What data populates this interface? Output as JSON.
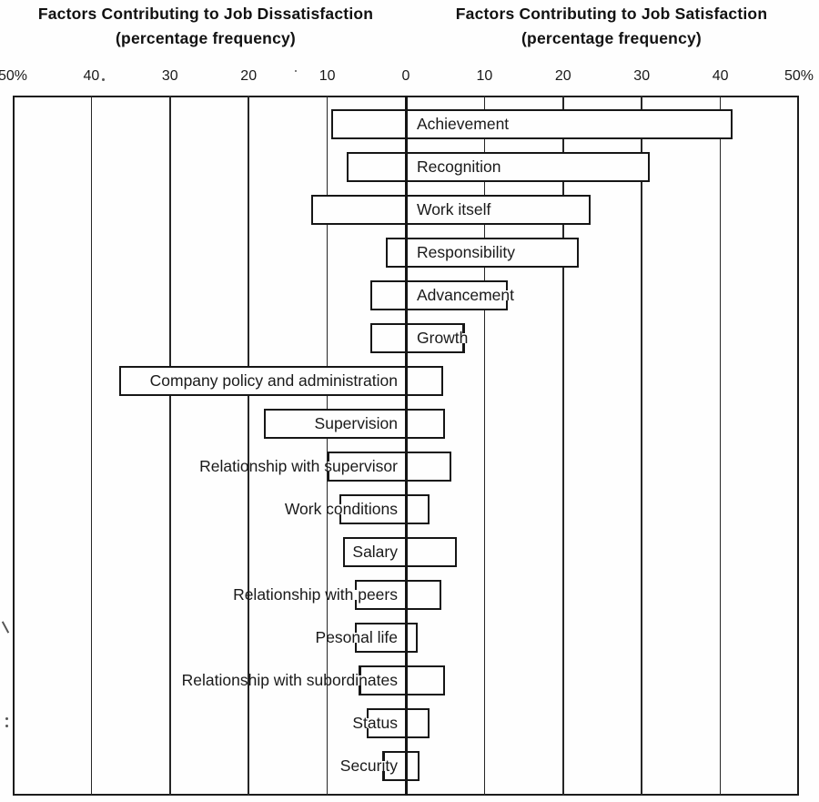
{
  "titles": {
    "left_line1": "Factors Contributing to Job Dissatisfaction",
    "left_line2": "(percentage frequency)",
    "right_line1": "Factors Contributing to Job Satisfaction",
    "right_line2": "(percentage frequency)"
  },
  "chart_data": {
    "type": "bar",
    "orientation": "horizontal-diverging",
    "left_title": "Factors Contributing to Job Dissatisfaction (percentage frequency)",
    "right_title": "Factors Contributing to Job Satisfaction (percentage frequency)",
    "ink_color": "#1c1c1c",
    "axis": {
      "unit": "percent",
      "range_left": 50,
      "range_right": 50,
      "tick_step": 10,
      "tick_values": [
        -50,
        -40,
        -30,
        -20,
        -10,
        0,
        10,
        20,
        30,
        40,
        50
      ],
      "tick_labels": [
        "50%",
        "40",
        "30",
        "20",
        "10",
        "0",
        "10",
        "20",
        "30",
        "40",
        "50%"
      ],
      "gridlines": true,
      "zero_line_emphasized": true
    },
    "series": [
      {
        "name": "dissatisfaction",
        "side": "left"
      },
      {
        "name": "satisfaction",
        "side": "right"
      }
    ],
    "factors": [
      {
        "label": "Achievement",
        "dissatisfaction": 9.5,
        "satisfaction": 41.5,
        "open_end": null,
        "label_position": "right-of-zero"
      },
      {
        "label": "Recognition",
        "dissatisfaction": 7.5,
        "satisfaction": 31,
        "open_end": null,
        "label_position": "right-of-zero"
      },
      {
        "label": "Work itself",
        "dissatisfaction": 12,
        "satisfaction": 23.5,
        "open_end": null,
        "label_position": "right-of-zero"
      },
      {
        "label": "Responsibility",
        "dissatisfaction": 2.5,
        "satisfaction": 22,
        "open_end": null,
        "label_position": "right-of-zero"
      },
      {
        "label": "Advancement",
        "dissatisfaction": 4.5,
        "satisfaction": 13,
        "open_end": "right",
        "label_position": "right-of-zero"
      },
      {
        "label": "Growth",
        "dissatisfaction": 4.5,
        "satisfaction": 7.5,
        "open_end": "right",
        "label_position": "right-of-zero"
      },
      {
        "label": "Company policy and administration",
        "dissatisfaction": 36.5,
        "satisfaction": 4.8,
        "open_end": null,
        "label_position": "left-of-zero"
      },
      {
        "label": "Supervision",
        "dissatisfaction": 18,
        "satisfaction": 5,
        "open_end": null,
        "label_position": "left-of-zero"
      },
      {
        "label": "Relationship with supervisor",
        "dissatisfaction": 10,
        "satisfaction": 5.8,
        "open_end": "left",
        "label_position": "left-of-zero"
      },
      {
        "label": "Work conditions",
        "dissatisfaction": 8.5,
        "satisfaction": 3,
        "open_end": "left",
        "label_position": "left-of-zero"
      },
      {
        "label": "Salary",
        "dissatisfaction": 8,
        "satisfaction": 6.5,
        "open_end": null,
        "label_position": "left-of-zero"
      },
      {
        "label": "Relationship with peers",
        "dissatisfaction": 6.5,
        "satisfaction": 4.5,
        "open_end": "left",
        "label_position": "left-of-zero"
      },
      {
        "label": "Pesonal life",
        "dissatisfaction": 6.5,
        "satisfaction": 1.5,
        "open_end": "left",
        "label_position": "left-of-zero"
      },
      {
        "label": "Relationship with subordinates",
        "dissatisfaction": 6,
        "satisfaction": 5,
        "open_end": "left",
        "label_position": "left-of-zero"
      },
      {
        "label": "Status",
        "dissatisfaction": 5,
        "satisfaction": 3,
        "open_end": "left",
        "label_position": "left-of-zero"
      },
      {
        "label": "Security",
        "dissatisfaction": 3,
        "satisfaction": 1.7,
        "open_end": "left",
        "label_position": "left-of-zero"
      }
    ]
  }
}
